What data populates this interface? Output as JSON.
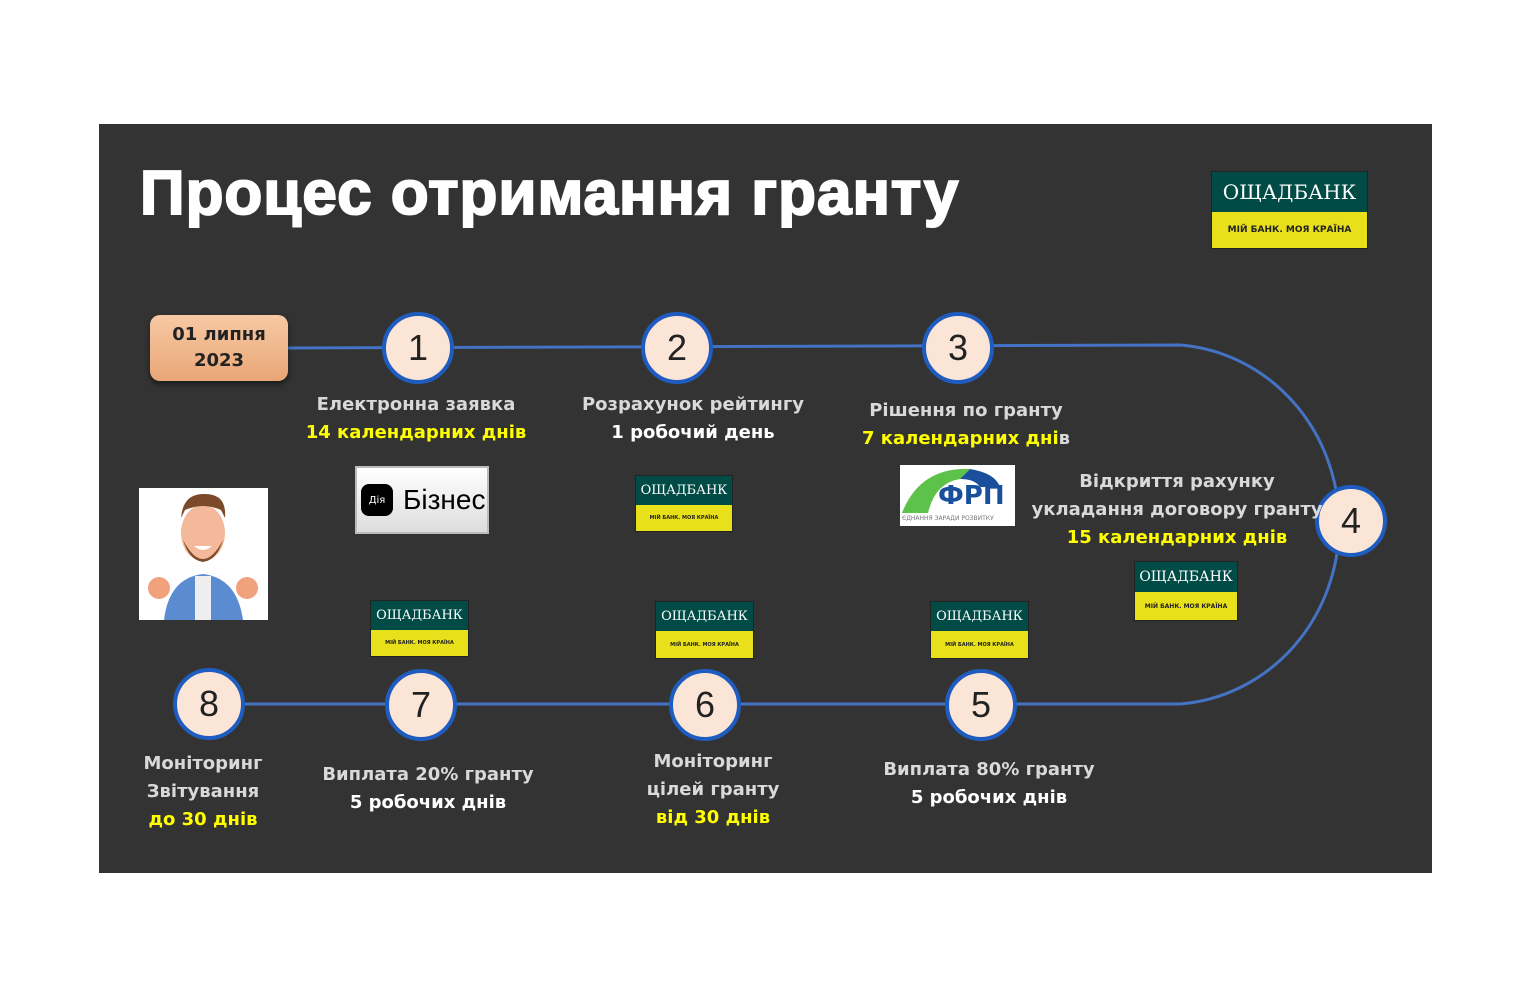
{
  "title": "Процес отримання гранту",
  "start_date": {
    "line1": "01 липня",
    "line2": "2023"
  },
  "logo": {
    "name": "ОЩАДБАНК",
    "slogan": "МІЙ БАНК. МОЯ КРАЇНА"
  },
  "diia": {
    "mark": "Дія",
    "word": "Бізнес"
  },
  "frp": {
    "name": "ФРП",
    "slogan": "ЄДНАННЯ ЗАРАДИ РОЗВИТКУ"
  },
  "steps": [
    {
      "num": "1",
      "lines": [
        "Електронна заявка"
      ],
      "duration": "14 календарних днів"
    },
    {
      "num": "2",
      "lines": [
        "Розрахунок рейтингу",
        "1 робочий день"
      ],
      "duration": ""
    },
    {
      "num": "3",
      "lines": [
        "Рішення по гранту"
      ],
      "duration": "7 календарних дні",
      "duration_tail": "в"
    },
    {
      "num": "4",
      "lines": [
        "Відкриття рахунку",
        "укладання договору гранту"
      ],
      "duration": "15 календарних днів"
    },
    {
      "num": "5",
      "lines": [
        "Виплата 80% гранту",
        "5 робочих днів"
      ],
      "duration": ""
    },
    {
      "num": "6",
      "lines": [
        "Моніторинг",
        "цілей гранту"
      ],
      "duration": "від 30 днів"
    },
    {
      "num": "7",
      "lines": [
        "Виплата 20% гранту",
        "5 робочих днів"
      ],
      "duration": ""
    },
    {
      "num": "8",
      "lines": [
        "Моніторинг",
        "Звітування"
      ],
      "duration": "до 30 днів"
    }
  ],
  "colors": {
    "background": "#333333",
    "path": "#4472c4",
    "accent": "#ffff00",
    "bank_green": "#004b45",
    "bank_yellow": "#e8e01a"
  }
}
